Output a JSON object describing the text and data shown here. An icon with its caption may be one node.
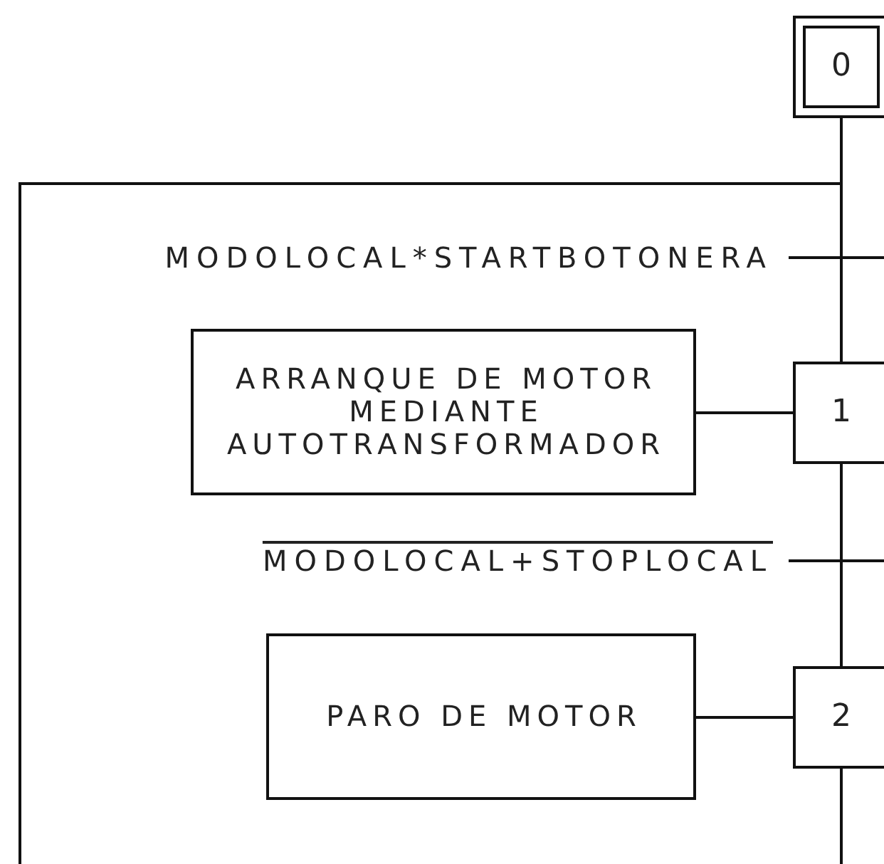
{
  "diagram": {
    "nodes": [
      {
        "text": [
          "0"
        ]
      },
      {
        "text": [
          "ARRANQUE DE MOTOR MEDIANTE AUTOTRANSFORMADOR"
        ]
      },
      {
        "text": [
          "1"
        ]
      },
      {
        "text": [
          "PARO DE MOTOR"
        ]
      },
      {
        "text": [
          "2"
        ]
      }
    ],
    "edges": [
      {
        "from": 0,
        "to": 2,
        "arrow": "none",
        "label": "MODOLOCAL*STARTBOTONERA"
      },
      {
        "from": 2,
        "to": 1,
        "arrow": "none"
      },
      {
        "from": 2,
        "to": 4,
        "arrow": "none",
        "label": "MODOLOCAL+STOPLOCAL"
      },
      {
        "from": 4,
        "to": 3,
        "arrow": "none"
      },
      {
        "from": 4,
        "to": 2,
        "arrow": "none"
      }
    ]
  }
}
